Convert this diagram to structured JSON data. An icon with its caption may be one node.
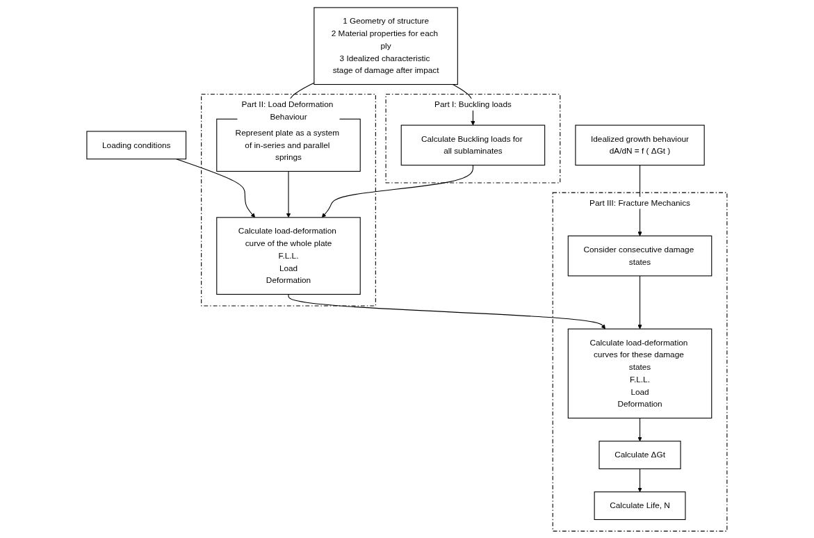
{
  "diagram": {
    "nodes": [
      {
        "text": [
          "1 Geometry of structure",
          "2 Material properties for each ply",
          "3 Idealized characteristic stage of damage after impact"
        ]
      },
      {
        "text": [
          "Loading conditions"
        ]
      },
      {
        "text": [
          "Idealized growth behaviour",
          "dA/dN = f ( ΔGt )"
        ]
      },
      {
        "text": [
          "Part I: Buckling loads"
        ]
      },
      {
        "text": [
          "Calculate Buckling loads for all sublaminates"
        ],
        "in": 3
      },
      {
        "text": [
          "Part II: Load Deformation Behaviour"
        ]
      },
      {
        "text": [
          "Represent plate as a system of in-series and parallel springs"
        ],
        "in": 5
      },
      {
        "text": [
          "Calculate load-deformation curve of the whole plate",
          "F.L.L.",
          "Load",
          "Deformation"
        ],
        "in": 5
      },
      {
        "text": [
          "Part III: Fracture Mechanics"
        ]
      },
      {
        "text": [
          "Consider consecutive damage states"
        ],
        "in": 8
      },
      {
        "text": [
          "Calculate load-deformation curves for these damage states",
          "F.L.L.",
          "Load",
          "Deformation"
        ],
        "in": 8
      },
      {
        "text": [
          "Calculate ΔGt"
        ],
        "in": 8
      },
      {
        "text": [
          "Calculate Life, N"
        ],
        "in": 8
      }
    ],
    "edges": [
      {
        "from": 0,
        "to": 4,
        "arrow": "to"
      },
      {
        "from": 0,
        "to": 6,
        "arrow": "to"
      },
      {
        "from": 1,
        "to": 7,
        "arrow": "to"
      },
      {
        "from": 2,
        "to": 9,
        "arrow": "to"
      },
      {
        "from": 6,
        "to": 7,
        "arrow": "to"
      },
      {
        "from": 4,
        "to": 7,
        "arrow": "to"
      },
      {
        "from": 7,
        "to": 10,
        "arrow": "to"
      },
      {
        "from": 9,
        "to": 10,
        "arrow": "to"
      },
      {
        "from": 10,
        "to": 11,
        "arrow": "to"
      },
      {
        "from": 11,
        "to": 12,
        "arrow": "to"
      }
    ]
  }
}
